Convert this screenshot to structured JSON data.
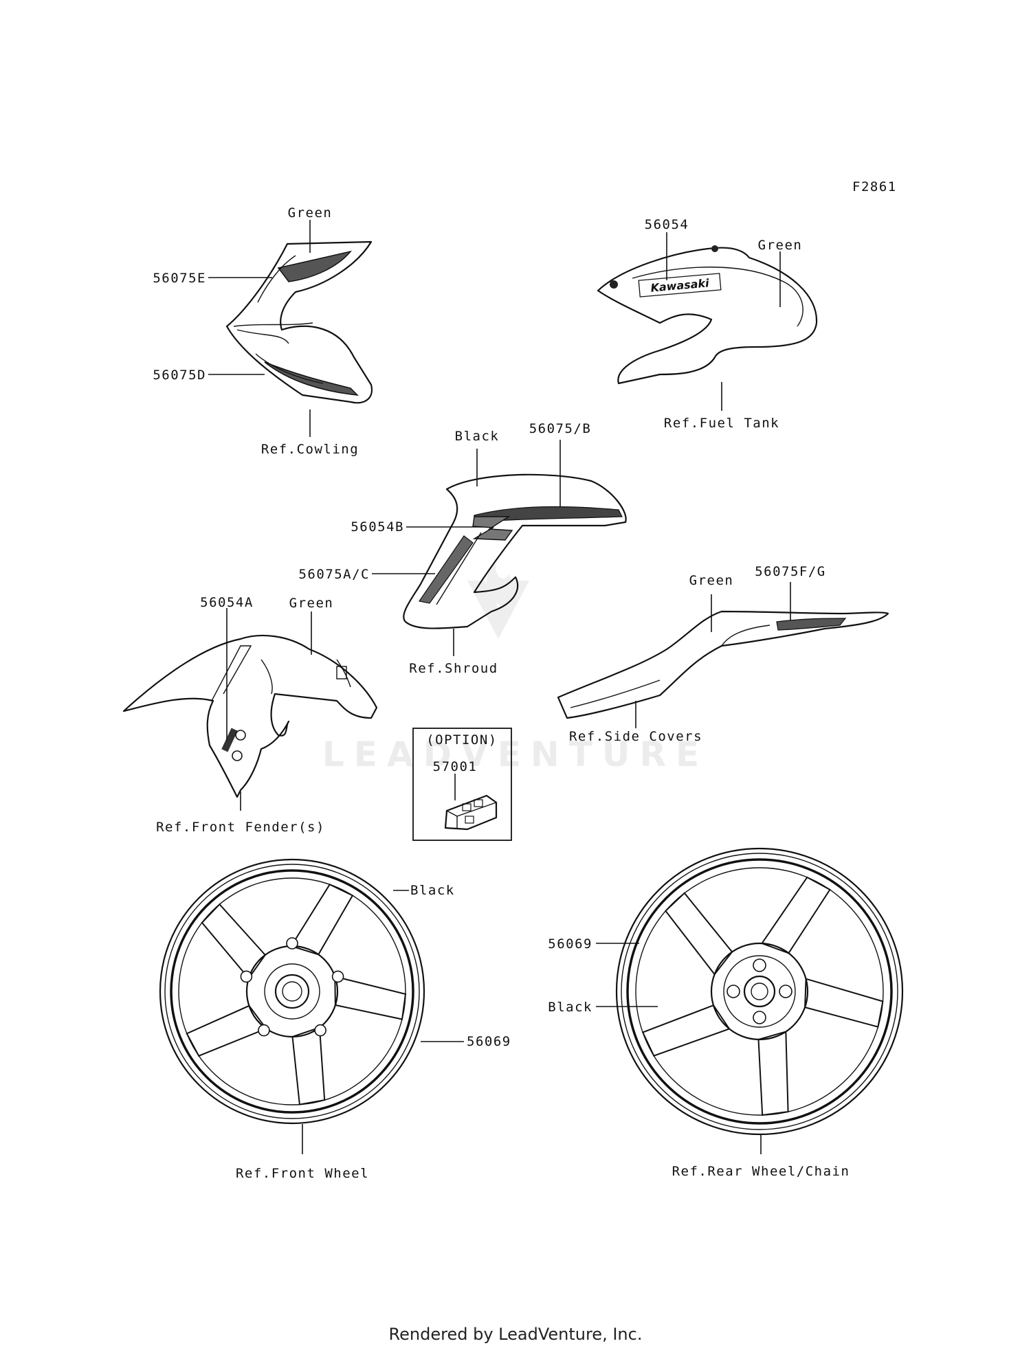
{
  "diagram": {
    "figure_code": "F2861",
    "watermark": "LEADVENTURE",
    "footer": "Rendered by LeadVenture, Inc.",
    "colors": {
      "line": "#111111",
      "background": "#ffffff",
      "watermark": "#ececec"
    },
    "cowling": {
      "color_label": "Green",
      "part_upper": "56075E",
      "part_lower": "56075D",
      "ref": "Ref.Cowling"
    },
    "fuel_tank": {
      "part": "56054",
      "color_label": "Green",
      "brand_text": "Kawasaki",
      "ref": "Ref.Fuel Tank"
    },
    "shroud": {
      "color_label": "Black",
      "part_top": "56075/B",
      "part_z": "56054B",
      "part_side": "56075A/C",
      "ref": "Ref.Shroud"
    },
    "side_covers": {
      "color_label": "Green",
      "part": "56075F/G",
      "ref": "Ref.Side Covers"
    },
    "front_fender": {
      "part": "56054A",
      "color_label": "Green",
      "ref": "Ref.Front Fender(s)"
    },
    "option": {
      "title": "(OPTION)",
      "part": "57001"
    },
    "front_wheel": {
      "color_label": "Black",
      "part": "56069",
      "ref": "Ref.Front Wheel"
    },
    "rear_wheel": {
      "part": "56069",
      "color_label": "Black",
      "ref": "Ref.Rear Wheel/Chain"
    }
  }
}
